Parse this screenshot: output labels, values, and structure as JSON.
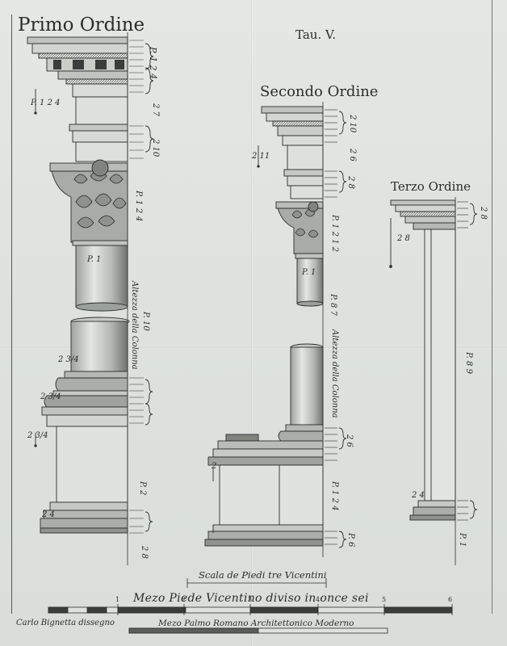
{
  "titles": {
    "primo": "Primo Ordine",
    "tav": "Tau. V.",
    "secondo": "Secondo Ordine",
    "terzo": "Terzo Ordine"
  },
  "labels": {
    "primo_p124_top": "P. 1 2 4",
    "primo_p1_24_left": "P. 1 2 4",
    "primo_207": "2 7",
    "primo_210": "2 10",
    "primo_p124_cap": "P. 1 2 4",
    "primo_p1": "P. 1",
    "primo_altezza": "Altezza della Colonna",
    "primo_p10": "P. 10",
    "primo_2_34a": "2 3/4",
    "primo_2_34b": "2 3/4",
    "primo_2_34c": "2 3/4",
    "primo_24": "2 4",
    "primo_p2": "P. 2",
    "primo_28": "2 8",
    "secondo_210": "2 10",
    "secondo_26": "2 6",
    "secondo_211": "2 11",
    "secondo_28": "2 8",
    "secondo_p1212": "P. 1 2 1 2",
    "secondo_p1": "P. 1",
    "secondo_p87": "P. 8 7",
    "secondo_altezza": "Altezza della Colonna",
    "secondo_p124": "P. 1 2 4",
    "secondo_26b": "2 6",
    "secondo_2a": "2",
    "secondo_p6": "P. 6",
    "terzo_28": "2 8",
    "terzo_28b": "2 8",
    "terzo_p89": "P. 8 9",
    "terzo_24": "2 4",
    "terzo_p1": "P. 1"
  },
  "scale": {
    "scala_title": "Scala de Piedi tre Vicentini",
    "mezo_piede": "Mezo Piede Vicentino diviso in once sei",
    "ticks": [
      "1",
      "2",
      "3",
      "4",
      "5",
      "6"
    ],
    "engraver": "Carlo Bignetta dissegno",
    "mezo_palmo": "Mezo Palmo Romano Architettonico Moderno"
  },
  "colors": {
    "paper": "#dfe3df",
    "ink": "#2a2d2b",
    "shade": "#6c706d"
  }
}
